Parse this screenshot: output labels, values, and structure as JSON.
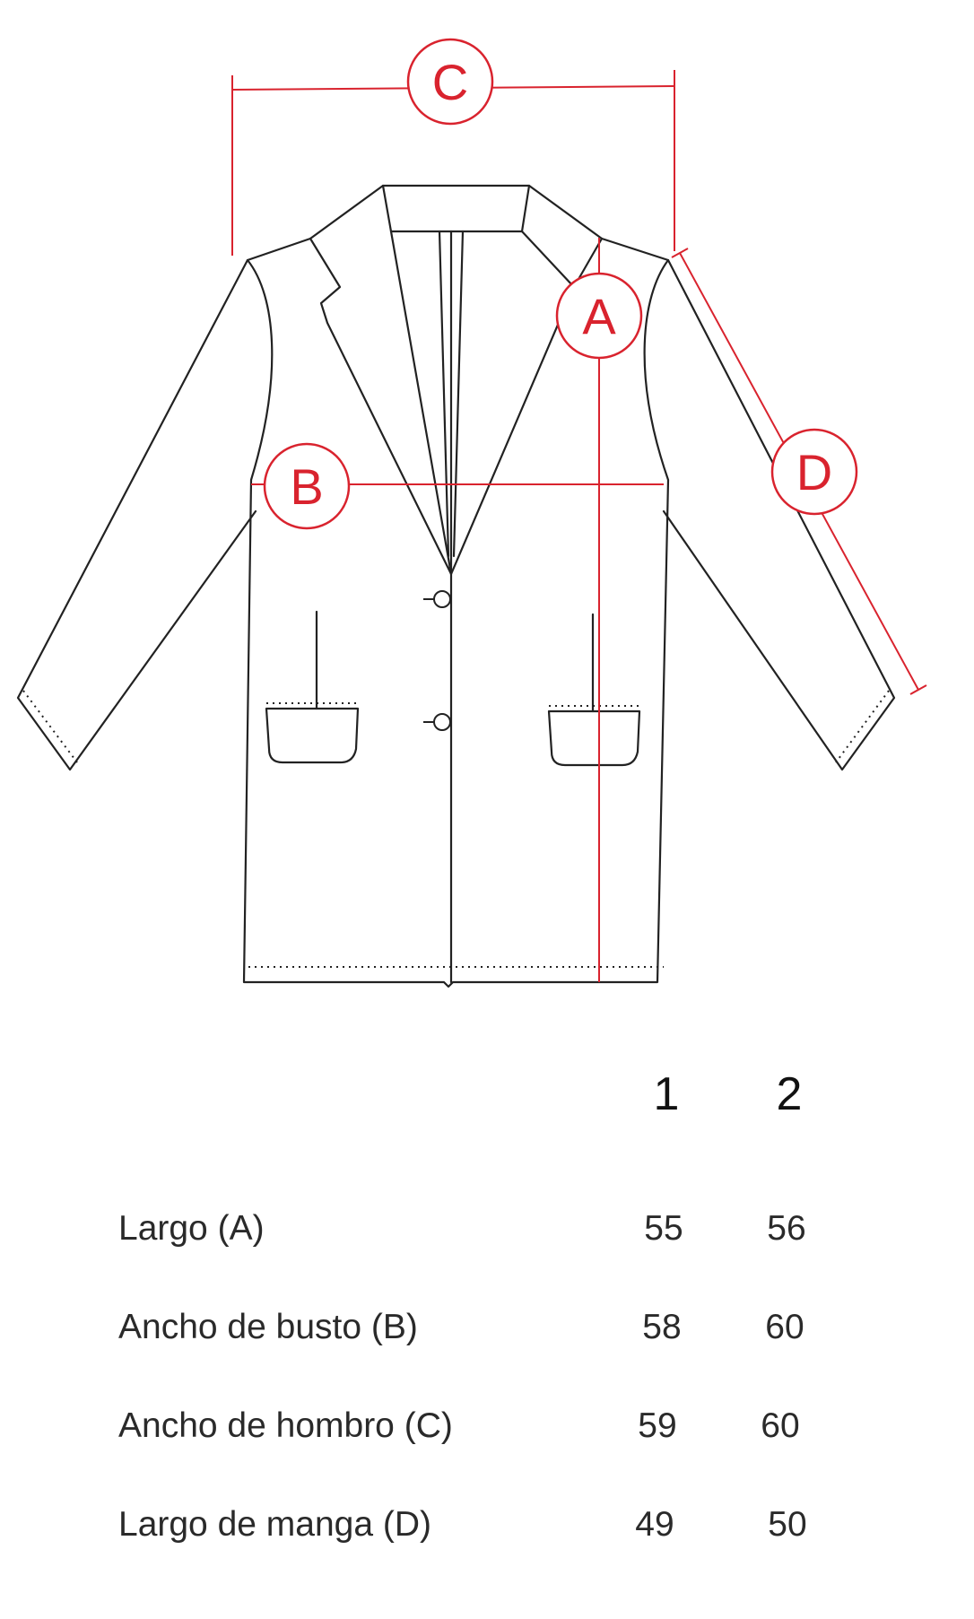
{
  "diagram": {
    "labels": {
      "a": "A",
      "b": "B",
      "c": "C",
      "d": "D"
    },
    "colors": {
      "outline": "#222222",
      "measure": "#d9232e"
    }
  },
  "table": {
    "sizes": [
      "1",
      "2"
    ],
    "rows": [
      {
        "label": "Largo (A)",
        "values": [
          "55",
          "56"
        ]
      },
      {
        "label": "Ancho de busto (B)",
        "values": [
          "58",
          "60"
        ]
      },
      {
        "label": "Ancho de hombro (C)",
        "values": [
          "59",
          "60"
        ]
      },
      {
        "label": "Largo de manga (D)",
        "values": [
          "49",
          "50"
        ]
      }
    ]
  }
}
